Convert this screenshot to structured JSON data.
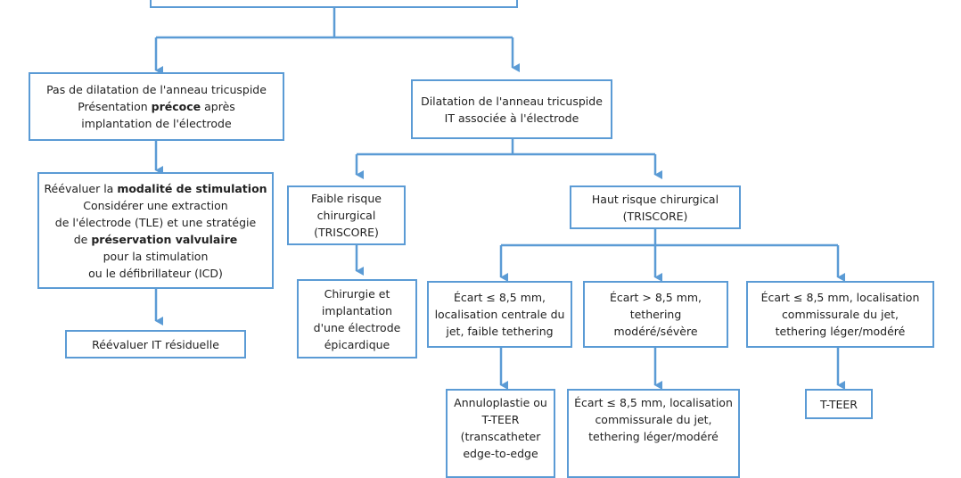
{
  "colors": {
    "border": "#5b9bd5",
    "connector": "#5b9bd5",
    "text": "#222222"
  },
  "root_box": {
    "text": ""
  },
  "left_branch": {
    "box1": {
      "line1": "Pas de dilatation de l'anneau tricuspide",
      "line2_pre": "Présentation ",
      "line2_bold": "précoce",
      "line2_post": " après",
      "line3": "implantation de l'électrode"
    },
    "box2": {
      "line1_pre": "Réévaluer la ",
      "line1_bold": "modalité de stimulation",
      "line2": "Considérer une extraction",
      "line3": "de l'électrode (TLE) et une stratégie",
      "line4_pre": "de ",
      "line4_bold": "préservation valvulaire",
      "line5": "pour la stimulation",
      "line6": "ou le défibrillateur (ICD)"
    },
    "box3": {
      "text": "Réévaluer IT résiduelle"
    }
  },
  "right_branch": {
    "box1": {
      "line1": "Dilatation de l'anneau tricuspide",
      "line2": "IT associée à l'électrode"
    },
    "low_risk": {
      "line1": "Faible risque",
      "line2": "chirurgical",
      "line3": "(TRISCORE)"
    },
    "low_risk_result": {
      "line1": "Chirurgie et",
      "line2": "implantation",
      "line3": "d'une électrode",
      "line4": "épicardique"
    },
    "high_risk": {
      "line1": "Haut risque chirurgical",
      "line2": "(TRISCORE)"
    },
    "option1": {
      "line1": "Écart ≤ 8,5 mm,",
      "line2": "localisation centrale du",
      "line3": "jet, faible tethering"
    },
    "option2": {
      "line1": "Écart > 8,5 mm,",
      "line2": "tethering",
      "line3": "modéré/sévère"
    },
    "option3": {
      "line1": "Écart ≤ 8,5 mm, localisation",
      "line2": "commissurale du jet,",
      "line3": "tethering léger/modéré"
    },
    "result1": {
      "line1": "Annuloplastie ou",
      "line2": "T-TEER",
      "line3": "(transcatheter",
      "line4": "edge-to-edge"
    },
    "result2": {
      "line1": "Écart ≤ 8,5 mm, localisation",
      "line2": "commissurale du jet,",
      "line3": "tethering léger/modéré"
    },
    "result3": {
      "text": "T-TEER"
    }
  }
}
